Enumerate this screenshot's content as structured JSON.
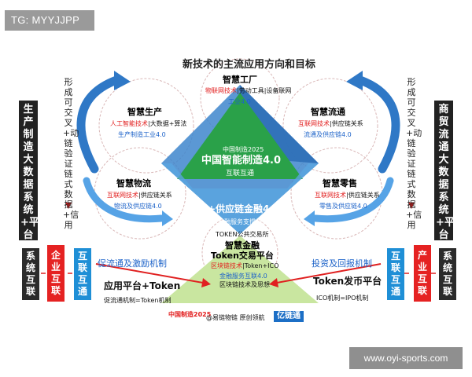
{
  "watermark": {
    "tag": "TG: MYYJJPP",
    "website": "www.oyi-sports.com"
  },
  "title": "新技术的主流应用方向和目标",
  "left_column": {
    "header": "生产制造大数据系统+平台",
    "box1": "系统互联",
    "box2": "企业互联",
    "box3": "互联互通",
    "curved": "形成可交叉+动链验证链式数据+信用"
  },
  "right_column": {
    "header": "商贸流通大数据系统+平台",
    "box1": "互联互通",
    "box2": "产业互联",
    "box3": "系统互联",
    "curved": "形成可交叉+动链验证链式数据+信用"
  },
  "nodes": {
    "factory": {
      "title": "智慧工厂",
      "line1": "物联网技术",
      "line1b": "|劳动工具|设备联网",
      "line2": "工业4.0"
    },
    "production": {
      "title": "智慧生产",
      "line1": "人工智能技术",
      "line1b": "|大数据+算法",
      "line2": "生产制造工业4.0"
    },
    "circulation": {
      "title": "智慧流通",
      "line1": "互联网技术",
      "line1b": "|供应链关系",
      "line2": "流通及供应链4.0"
    },
    "logistics": {
      "title": "智慧物流",
      "line1": "互联网技术",
      "line1b": "|供应链关系",
      "line2": "物流及供应链4.0"
    },
    "retail": {
      "title": "智慧零售",
      "line1": "互联网技术",
      "line1b": "|供应链关系",
      "line2": "零售及供应链4.0"
    },
    "finance": {
      "title": "智慧金融",
      "subtitle": "Token交易平台",
      "line1": "区块链技术",
      "line1b": "|Token+ICO",
      "line2": "金融服务互联4.0",
      "line3": "区块链技术及思想"
    }
  },
  "center": {
    "small": "中国制造2025",
    "main": "中国智能制造4.0",
    "sub": "互联互通"
  },
  "supply_chain": {
    "main": "+供应链金融4.0",
    "sub": "金融服务支撑机制",
    "token": "TOKEN公共交易所"
  },
  "bottom": {
    "left_arrow": "促流通及激励机制",
    "right_arrow": "投资及回报机制",
    "app": "应用平台+Token",
    "app_sub": "促流通机制=Token机制",
    "issue": "Token发币平台",
    "issue_sub": "ICO机制=IPO机制"
  },
  "footer": {
    "logo1": "中国制造2025",
    "logo2": "@易链物链 原创领航",
    "logo3": "亿链通"
  }
}
